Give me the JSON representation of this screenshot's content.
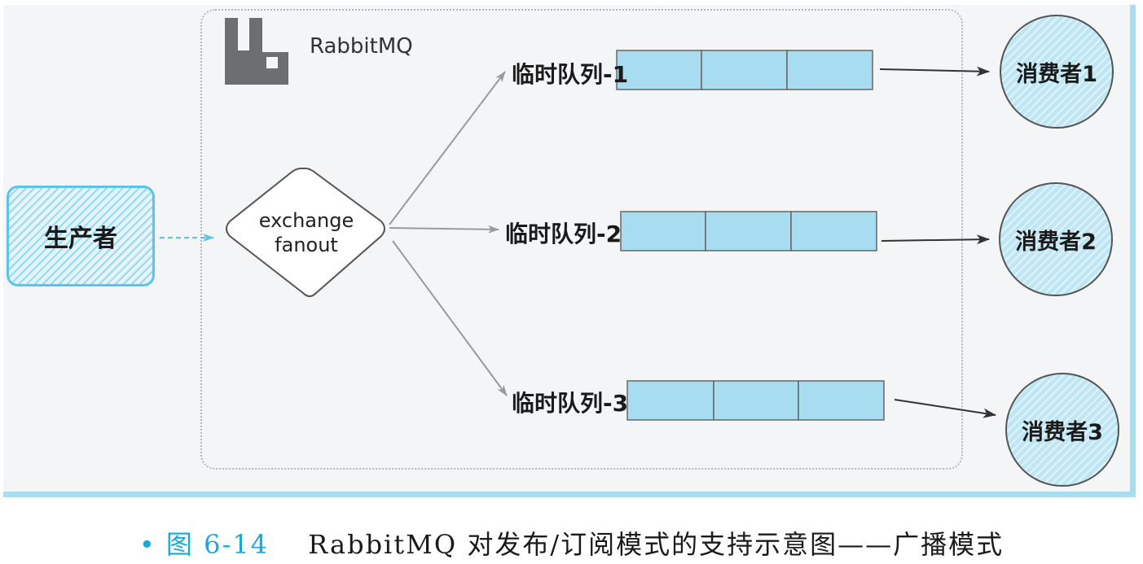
{
  "title": "RabbitMQ",
  "producer": "生产者",
  "exchange": {
    "line1": "exchange",
    "line2": "fanout"
  },
  "queues": [
    "临时队列-1",
    "临时队列-2",
    "临时队列-3"
  ],
  "consumers": [
    "消费者1",
    "消费者2",
    "消费者3"
  ],
  "caption": {
    "bullet": "•",
    "number": "图 6-14",
    "text": "RabbitMQ 对发布/订阅模式的支持示意图——广播模式"
  },
  "colors": {
    "accent": "#5cc4ea",
    "queue_fill": "#a8dcf0",
    "caption_accent": "#1aa7de"
  }
}
